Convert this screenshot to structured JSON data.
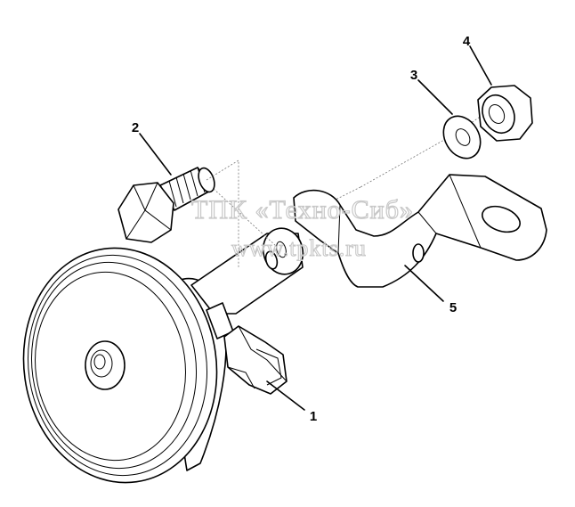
{
  "callouts": {
    "c1": "1",
    "c2": "2",
    "c3": "3",
    "c4": "4",
    "c5": "5"
  },
  "watermark": {
    "line1": "ТПК «Техно-Сиб»",
    "line2": "www.tpkts.ru"
  }
}
